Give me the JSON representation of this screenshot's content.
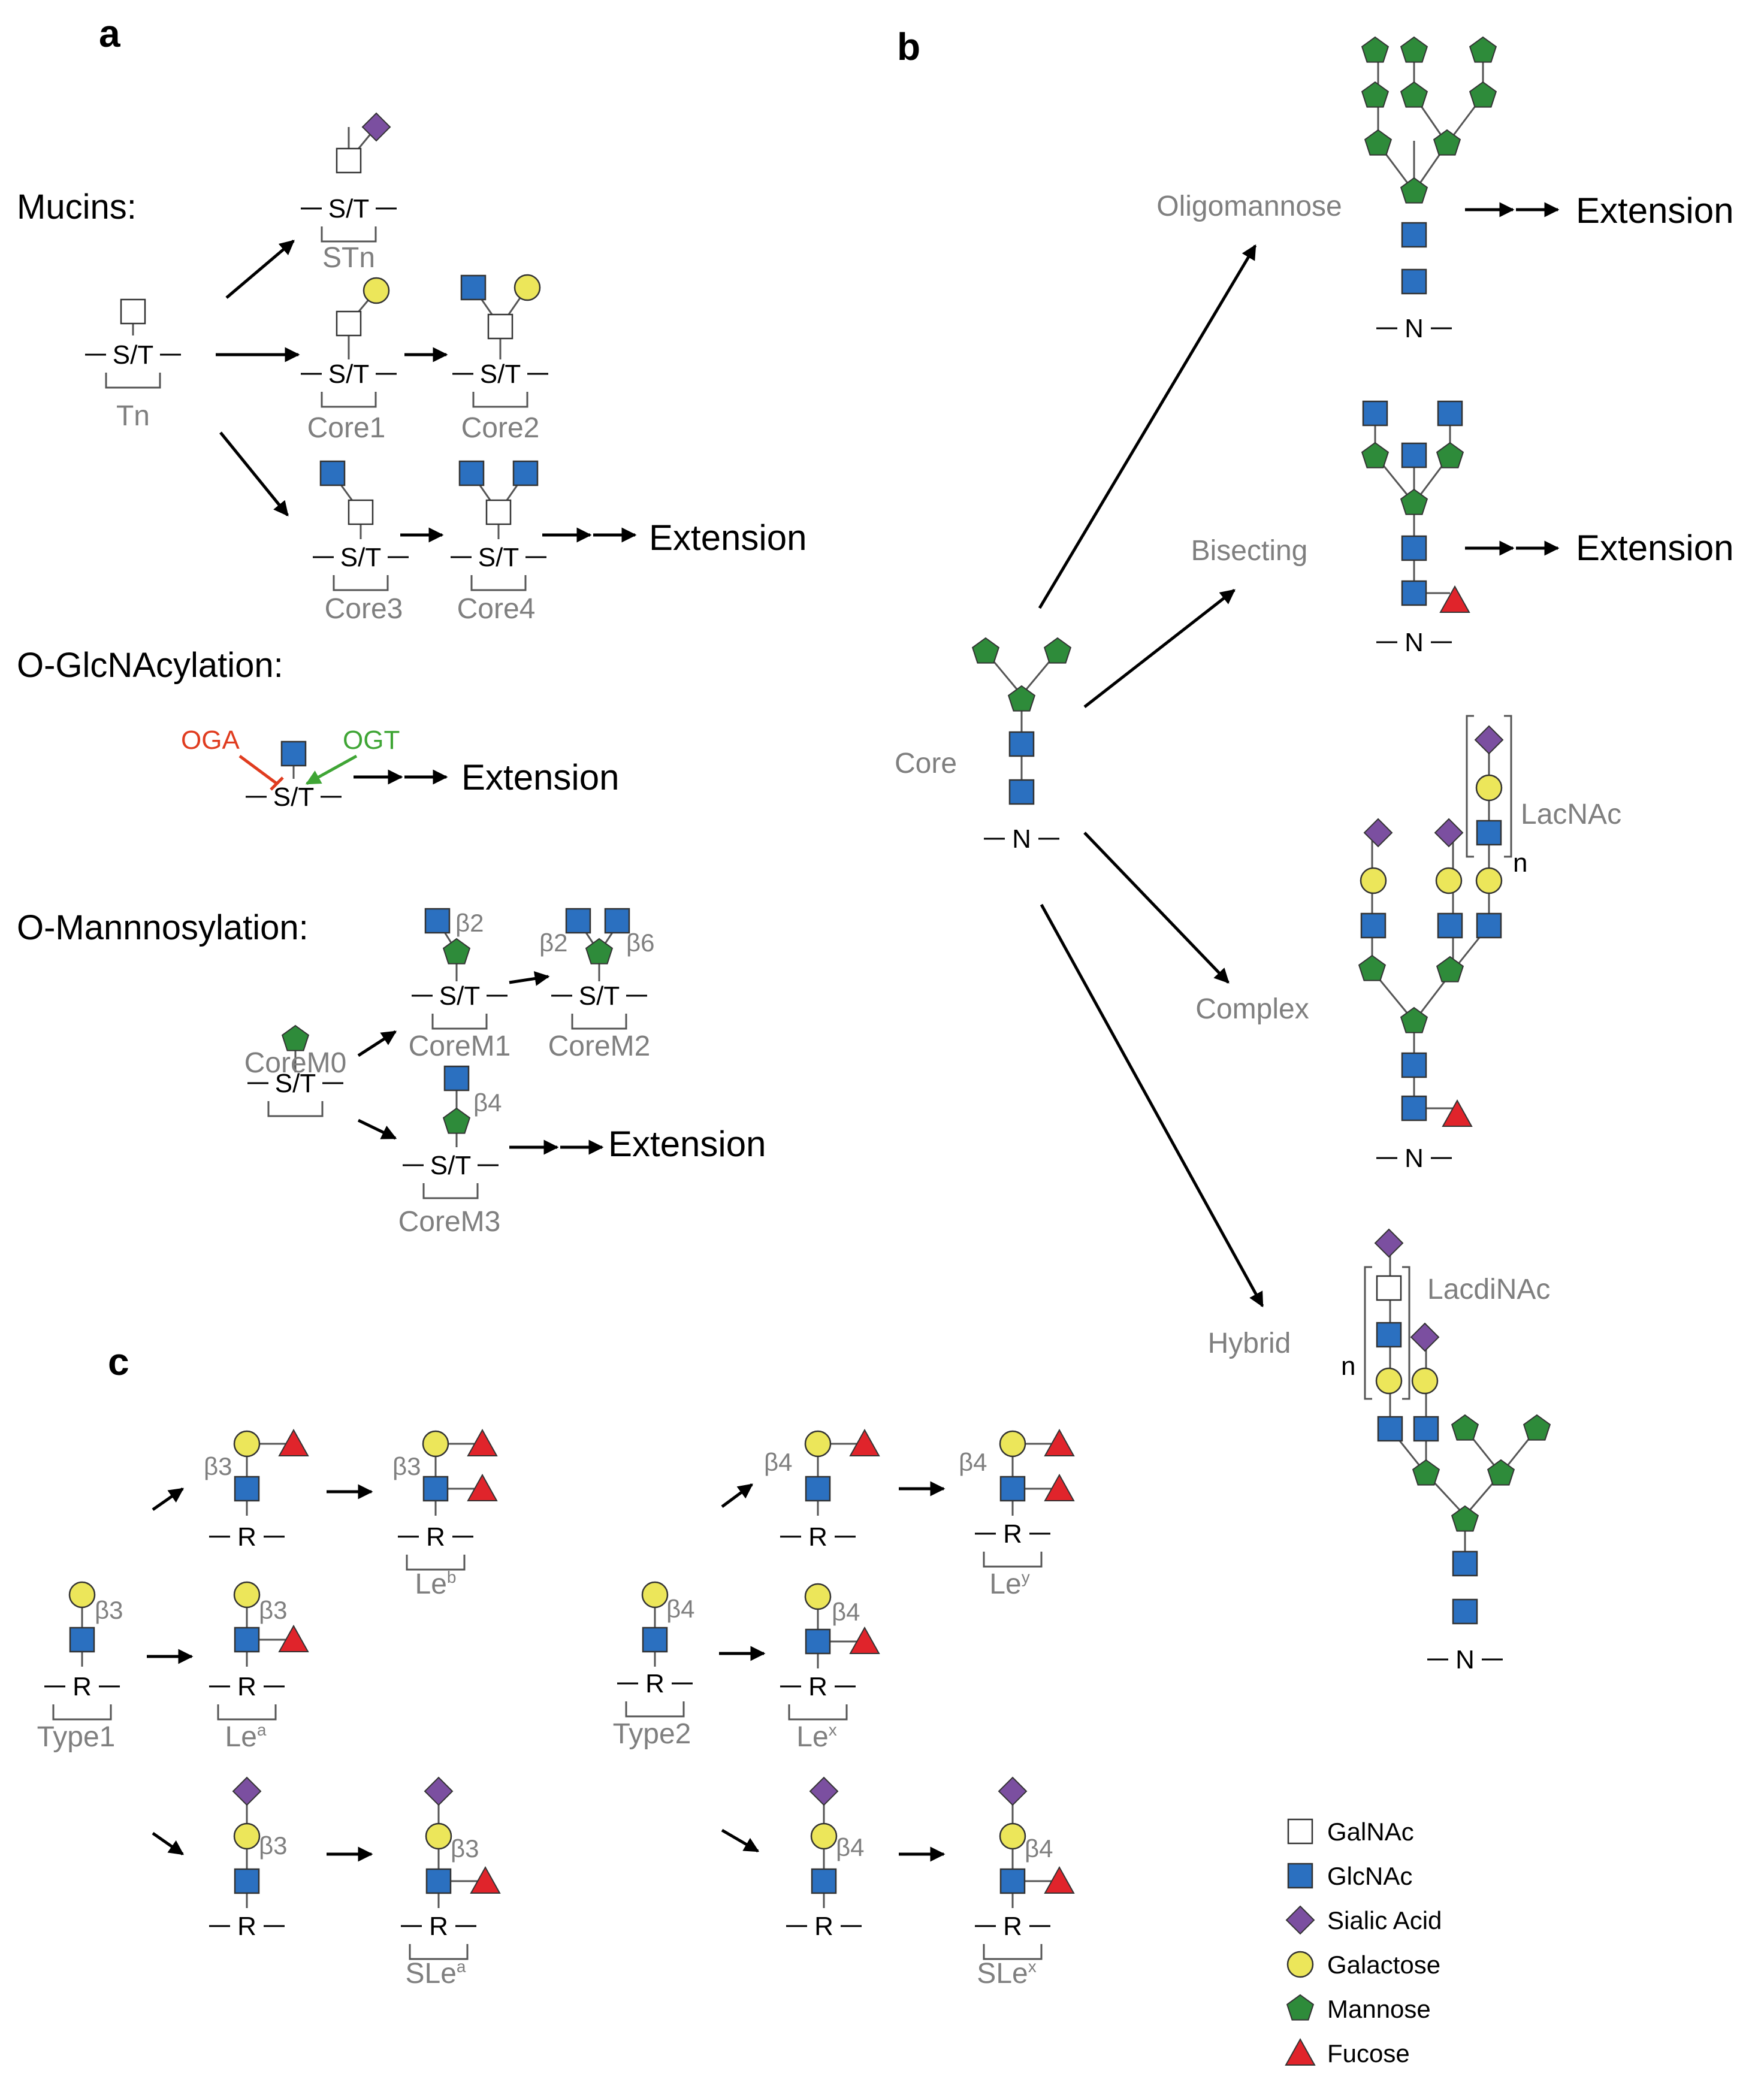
{
  "panels": {
    "a": "a",
    "b": "b",
    "c": "c"
  },
  "sections": {
    "mucins": "Mucins:",
    "oglcnac": "O-GlcNAcylation:",
    "omannosylation": "O-Mannnosylation:"
  },
  "sites": {
    "st": "S/T",
    "n": "N",
    "r": "R"
  },
  "extension": "Extension",
  "mucin_labels": {
    "tn": "Tn",
    "stn": "STn",
    "core1": "Core1",
    "core2": "Core2",
    "core3": "Core3",
    "core4": "Core4"
  },
  "enzymes": {
    "oga": "OGA",
    "ogt": "OGT"
  },
  "oman_labels": {
    "m0": "CoreM0",
    "m1": "CoreM1",
    "m2": "CoreM2",
    "m3": "CoreM3"
  },
  "linkages": {
    "b2": "β2",
    "b3": "β3",
    "b4": "β4",
    "b6": "β6"
  },
  "nglycan_labels": {
    "core": "Core",
    "oligomannose": "Oligomannose",
    "bisecting": "Bisecting",
    "complex": "Complex",
    "hybrid": "Hybrid",
    "lacnac": "LacNAc",
    "lacdinac": "LacdiNAc",
    "n_repeat": "n"
  },
  "lewis_labels": {
    "type1": "Type1",
    "type2": "Type2",
    "lea": {
      "base": "Le",
      "sup": "a"
    },
    "leb": {
      "base": "Le",
      "sup": "b"
    },
    "lex": {
      "base": "Le",
      "sup": "x"
    },
    "ley": {
      "base": "Le",
      "sup": "y"
    },
    "slea": {
      "base": "SLe",
      "sup": "a"
    },
    "slex": {
      "base": "SLe",
      "sup": "x"
    }
  },
  "legend": [
    {
      "icon": "galnac-square-icon",
      "label": "GalNAc"
    },
    {
      "icon": "glcnac-square-icon",
      "label": "GlcNAc"
    },
    {
      "icon": "sialic-diamond-icon",
      "label": "Sialic Acid"
    },
    {
      "icon": "galactose-circle-icon",
      "label": "Galactose"
    },
    {
      "icon": "mannose-pentagon-icon",
      "label": "Mannose"
    },
    {
      "icon": "fucose-triangle-icon",
      "label": "Fucose"
    }
  ],
  "colors": {
    "galnac": "#ffffff",
    "glcnac": "#2b70c0",
    "sialic": "#7b4fa0",
    "galactose": "#ece65a",
    "mannose": "#2e8b3a",
    "fucose": "#e0242b",
    "label_gray": "#7f7f7f",
    "oga": "#e03c1f",
    "ogt": "#3fa535"
  }
}
